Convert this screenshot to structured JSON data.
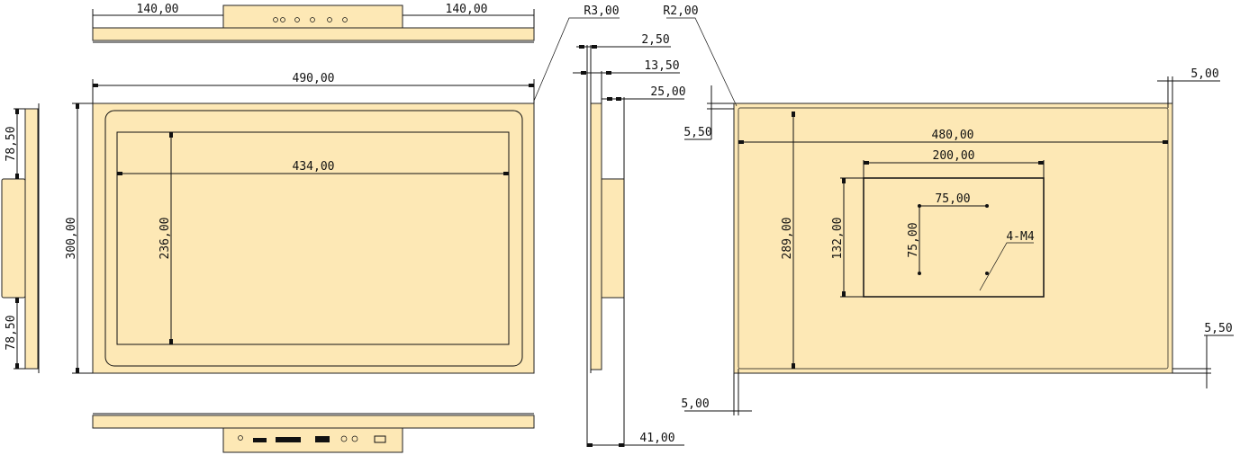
{
  "title": "Panel monitor mechanical drawing",
  "colors": {
    "body": "#FDE8B5",
    "line": "#111111"
  },
  "top_view": {
    "left_offset": "140,00",
    "right_offset": "140,00"
  },
  "front_view": {
    "width": "490,00",
    "height": "300,00",
    "active_width": "434,00",
    "active_height": "236,00",
    "corner_radius": "R3,00"
  },
  "left_view": {
    "top_offset": "78,50",
    "bottom_offset": "78,50"
  },
  "side_view": {
    "front_thickness": "2,50",
    "bezel_depth": "13,50",
    "body_depth": "25,00",
    "total_depth": "41,00"
  },
  "back_view": {
    "corner_radius": "R2,00",
    "top_margin": "5,50",
    "right_margin": "5,00",
    "bottom_margin": "5,50",
    "left_margin": "5,00",
    "inner_width": "480,00",
    "inner_height": "289,00",
    "box_width": "200,00",
    "box_height": "132,00",
    "vesa_h": "75,00",
    "vesa_v": "75,00",
    "screw_label": "4-M4"
  }
}
